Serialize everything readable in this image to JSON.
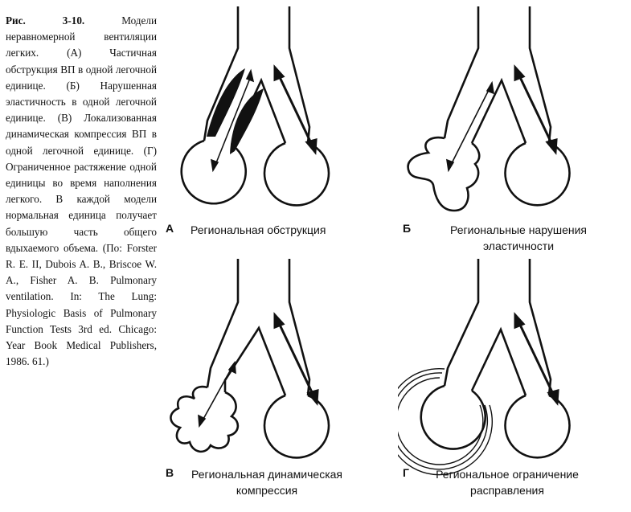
{
  "caption": {
    "figure_ref": "Рис. 3-10.",
    "text": "Модели неравномерной вентиляции легких. (А) Частичная обструкция ВП в одной легочной единице. (Б) Нарушенная эластичность в одной легочной единице. (В) Локализованная динамическая компрессия ВП в одной легочной единице. (Г) Ограниченное растяжение одной единицы во время наполнения легкого. В каждой модели нормальная единица получает большую часть общего вдыхаемого объема. (По: Forster R. E. II, Dubois A. B., Briscoe W. A., Fisher A. B. Pulmonary ventilation. In: The Lung: Physiologic Basis of Pulmonary Function Tests 3rd ed. Chicago: Year Book Medical Publishers, 1986. 61.)"
  },
  "panels": [
    {
      "letter": "А",
      "title_line1": "Региональная обструкция",
      "title_line2": ""
    },
    {
      "letter": "Б",
      "title_line1": "Региональные нарушения",
      "title_line2": "эластичности"
    },
    {
      "letter": "В",
      "title_line1": "Региональная динамическая",
      "title_line2": "компрессия"
    },
    {
      "letter": "Г",
      "title_line1": "Региональное ограничение",
      "title_line2": "расправления"
    }
  ]
}
